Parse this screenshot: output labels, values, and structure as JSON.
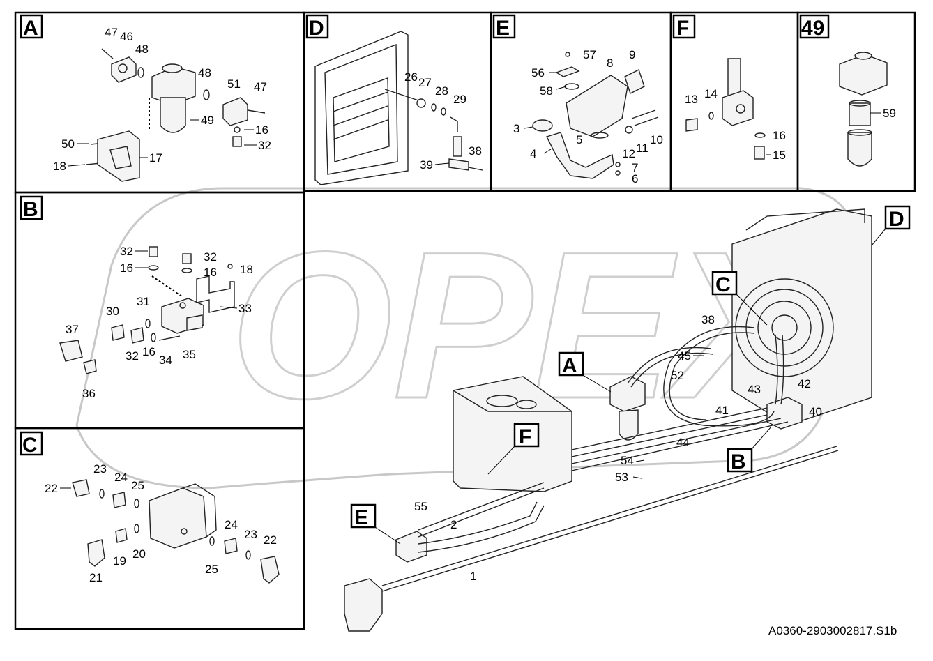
{
  "watermark": "OPEX",
  "document_id": "A0360-2903002817.S1b",
  "panels": [
    {
      "key": "A",
      "label": "A",
      "parts": [
        "47",
        "46",
        "48",
        "48",
        "51",
        "47",
        "49",
        "16",
        "32",
        "50",
        "17",
        "18"
      ]
    },
    {
      "key": "D",
      "label": "D",
      "parts": [
        "26",
        "27",
        "28",
        "29",
        "38",
        "39"
      ]
    },
    {
      "key": "E",
      "label": "E",
      "parts": [
        "57",
        "9",
        "8",
        "56",
        "58",
        "3",
        "5",
        "4",
        "12",
        "11",
        "10",
        "7",
        "6"
      ]
    },
    {
      "key": "F",
      "label": "F",
      "parts": [
        "13",
        "14",
        "16",
        "15"
      ]
    },
    {
      "key": "G",
      "label": "49",
      "parts": [
        "59"
      ]
    },
    {
      "key": "B",
      "label": "B",
      "parts": [
        "32",
        "32",
        "16",
        "16",
        "18",
        "31",
        "30",
        "33",
        "37",
        "32",
        "16",
        "34",
        "35",
        "36"
      ]
    },
    {
      "key": "C",
      "label": "C",
      "parts": [
        "23",
        "24",
        "25",
        "22",
        "24",
        "23",
        "22",
        "19",
        "20",
        "21",
        "25"
      ]
    }
  ],
  "main_callouts": [
    "D",
    "C",
    "A",
    "F",
    "E",
    "B"
  ],
  "main_parts": [
    "38",
    "45",
    "52",
    "43",
    "42",
    "41",
    "40",
    "44",
    "54",
    "53",
    "55",
    "2",
    "1"
  ]
}
